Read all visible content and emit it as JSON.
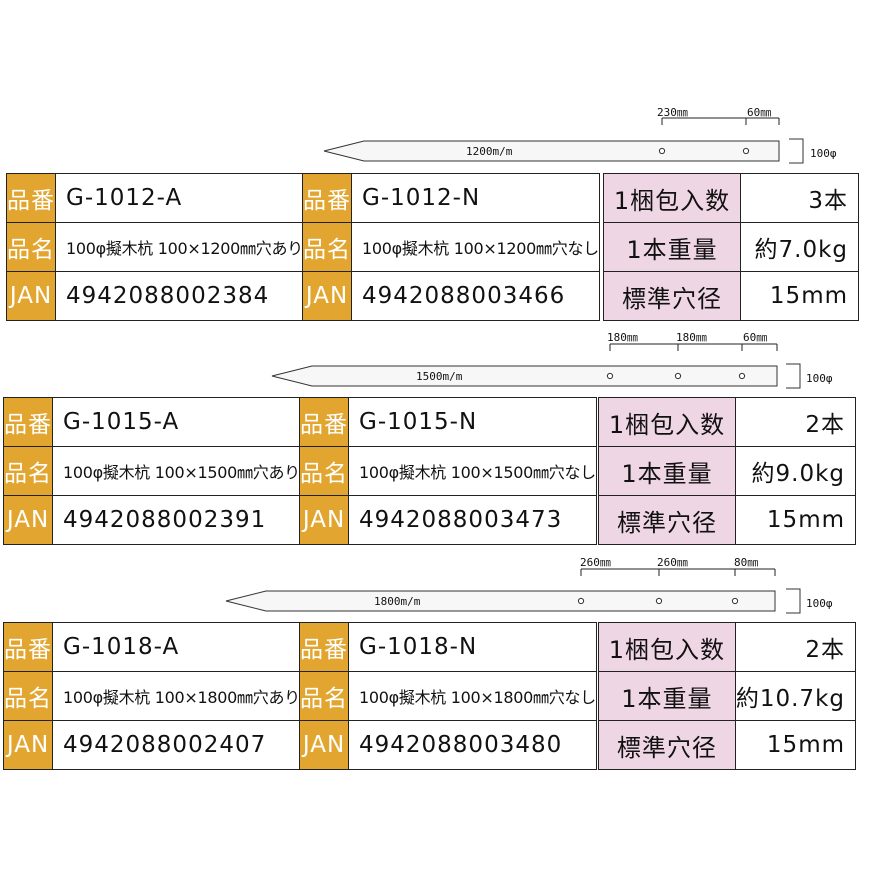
{
  "labels": {
    "hinban": "品番",
    "hinmei": "品名",
    "jan": "JAN"
  },
  "spec_labels": {
    "pack_qty": "1梱包入数",
    "unit_weight": "1本重量",
    "hole": "標準穴径"
  },
  "colors": {
    "label_bg": "#e2a630",
    "spec_label_bg": "#efd6e4"
  },
  "products": [
    {
      "diagram": {
        "length_label": "1200m/m",
        "diameter_label": "100φ",
        "spacing_labels": [
          "230㎜",
          "60㎜"
        ]
      },
      "variant_a": {
        "code": "G-1012-A",
        "name": "100φ擬木杭 100×1200㎜穴あり",
        "jan": "4942088002384"
      },
      "variant_n": {
        "code": "G-1012-N",
        "name": "100φ擬木杭 100×1200㎜穴なし",
        "jan": "4942088003466"
      },
      "specs": {
        "pack_qty": "3本",
        "unit_weight": "約7.0kg",
        "hole": "15mm"
      }
    },
    {
      "diagram": {
        "length_label": "1500m/m",
        "diameter_label": "100φ",
        "spacing_labels": [
          "180㎜",
          "180㎜",
          "60㎜"
        ]
      },
      "variant_a": {
        "code": "G-1015-A",
        "name": "100φ擬木杭 100×1500㎜穴あり",
        "jan": "4942088002391"
      },
      "variant_n": {
        "code": "G-1015-N",
        "name": "100φ擬木杭 100×1500㎜穴なし",
        "jan": "4942088003473"
      },
      "specs": {
        "pack_qty": "2本",
        "unit_weight": "約9.0kg",
        "hole": "15mm"
      }
    },
    {
      "diagram": {
        "length_label": "1800m/m",
        "diameter_label": "100φ",
        "spacing_labels": [
          "260㎜",
          "260㎜",
          "80㎜"
        ]
      },
      "variant_a": {
        "code": "G-1018-A",
        "name": "100φ擬木杭 100×1800㎜穴あり",
        "jan": "4942088002407"
      },
      "variant_n": {
        "code": "G-1018-N",
        "name": "100φ擬木杭 100×1800㎜穴なし",
        "jan": "4942088003480"
      },
      "specs": {
        "pack_qty": "2本",
        "unit_weight": "約10.7kg",
        "hole": "15mm"
      }
    }
  ]
}
